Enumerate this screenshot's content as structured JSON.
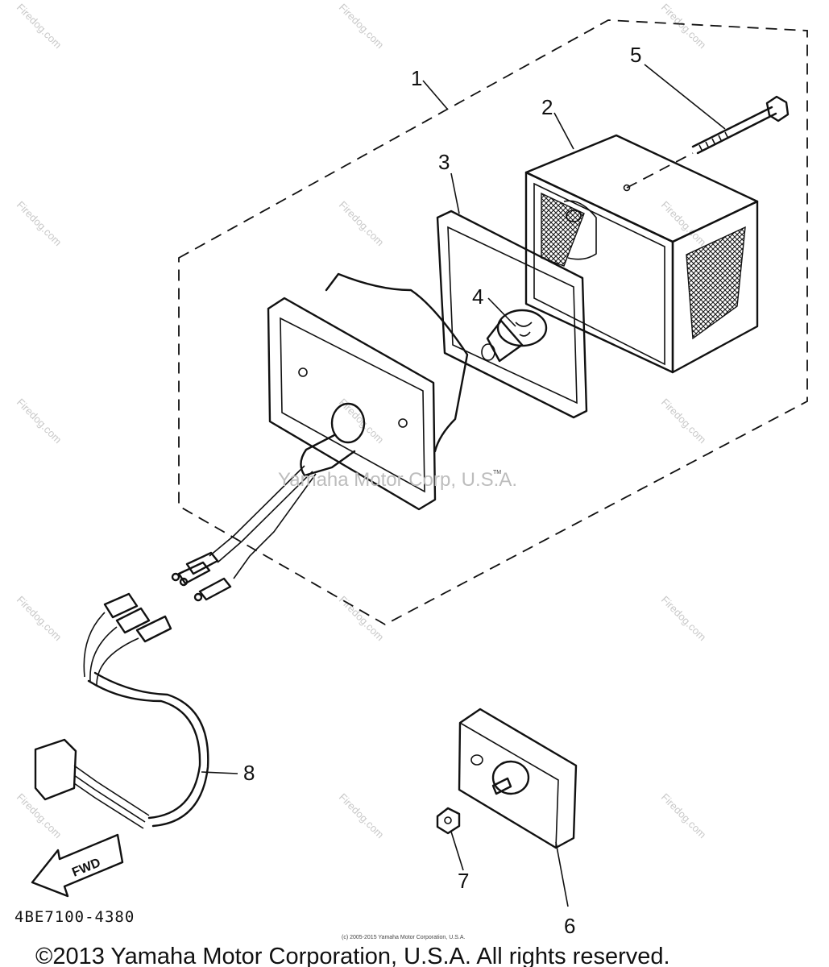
{
  "callouts": {
    "c1": "1",
    "c2": "2",
    "c3": "3",
    "c4": "4",
    "c5": "5",
    "c6": "6",
    "c7": "7",
    "c8": "8"
  },
  "diagram_code": "4BE7100-4380",
  "fwd_label": "FWD",
  "center_watermark": "Yamaha Motor Corp, U.S.A.",
  "center_watermark_tm": "TM",
  "firedog_watermark": "Firedog.com",
  "tiny_notice": "(c) 2005-2015 Yamaha Motor Corporation, U.S.A.",
  "copyright": "©2013 Yamaha Motor Corporation, U.S.A. All rights reserved."
}
